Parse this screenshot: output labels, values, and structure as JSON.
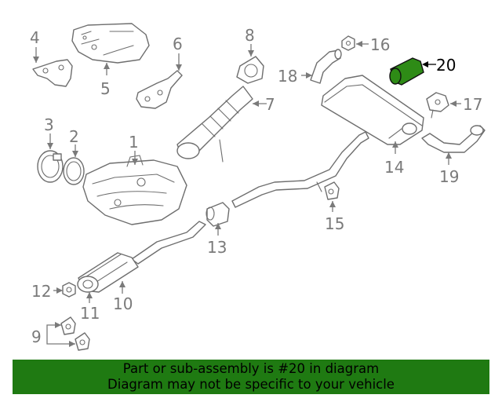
{
  "callouts": {
    "c1": "1",
    "c2": "2",
    "c3": "3",
    "c4": "4",
    "c5": "5",
    "c6": "6",
    "c7": "7",
    "c8": "8",
    "c9": "9",
    "c10": "10",
    "c11": "11",
    "c12": "12",
    "c13": "13",
    "c14": "14",
    "c15": "15",
    "c16": "16",
    "c17": "17",
    "c18": "18",
    "c19": "19",
    "c20": "20"
  },
  "highlighted_part": "20",
  "colors": {
    "highlight": "#2e8b16",
    "banner": "#1f7a12",
    "line": "#6e6e6e"
  },
  "banner": {
    "line1": "Part or sub-assembly is #20 in diagram",
    "line2": "Diagram may not be specific to your vehicle"
  }
}
